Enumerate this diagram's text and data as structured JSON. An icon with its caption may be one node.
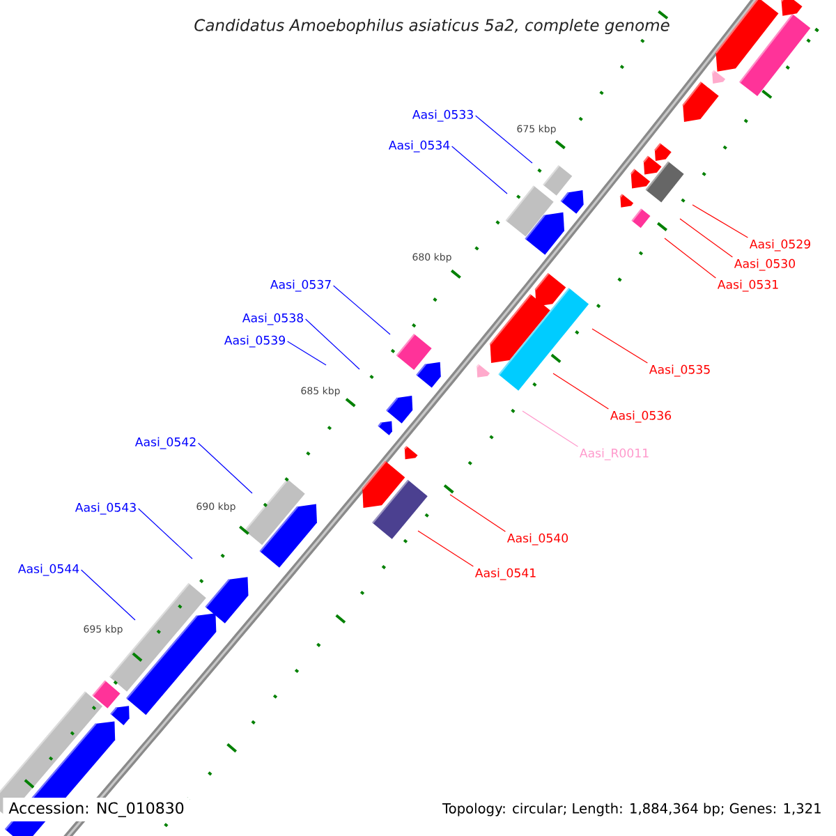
{
  "diagram": {
    "title": "*Candidatus Amoebophilus asiaticus* 5a2, complete genome",
    "nodes": [
      {
        "text": [
          "Aasi_0533"
        ]
      },
      {
        "text": [
          "Aasi_0534"
        ]
      },
      {
        "text": [
          "Aasi_0529"
        ]
      },
      {
        "text": [
          "Aasi_0530"
        ]
      },
      {
        "text": [
          "Aasi_0531"
        ]
      },
      {
        "text": [
          "Aasi_0537"
        ]
      },
      {
        "text": [
          "Aasi_0538"
        ]
      },
      {
        "text": [
          "Aasi_0539"
        ]
      },
      {
        "text": [
          "Aasi_0535"
        ]
      },
      {
        "text": [
          "Aasi_0536"
        ]
      },
      {
        "text": [
          "Aasi_R0011"
        ]
      },
      {
        "text": [
          "Aasi_0542"
        ]
      },
      {
        "text": [
          "Aasi_0540"
        ]
      },
      {
        "text": [
          "Aasi_0543"
        ]
      },
      {
        "text": [
          "Aasi_0541"
        ]
      },
      {
        "text": [
          "Aasi_0544"
        ]
      }
    ],
    "edges": [
      {
        "from": 0,
        "to": null,
        "arrow": "none"
      },
      {
        "from": 1,
        "to": null,
        "arrow": "none"
      },
      {
        "from": 2,
        "to": null,
        "arrow": "none",
        "color": "#ff0000"
      },
      {
        "from": 3,
        "to": null,
        "arrow": "none",
        "color": "#ff0000"
      },
      {
        "from": 4,
        "to": null,
        "arrow": "none",
        "color": "#ff0000"
      },
      {
        "from": 5,
        "to": null,
        "arrow": "none"
      },
      {
        "from": 6,
        "to": null,
        "arrow": "none"
      },
      {
        "from": 7,
        "to": null,
        "arrow": "none"
      },
      {
        "from": 8,
        "to": null,
        "arrow": "none",
        "color": "#ff0000"
      },
      {
        "from": 9,
        "to": null,
        "arrow": "none",
        "color": "#ff0000"
      },
      {
        "from": 10,
        "to": null,
        "arrow": "none",
        "color": "#ff99cc"
      },
      {
        "from": 11,
        "to": null,
        "arrow": "none"
      },
      {
        "from": 12,
        "to": null,
        "arrow": "none",
        "color": "#ff0000"
      },
      {
        "from": 13,
        "to": null,
        "arrow": "none"
      },
      {
        "from": 14,
        "to": null,
        "arrow": "none",
        "color": "#ff0000"
      },
      {
        "from": 15,
        "to": null,
        "arrow": "none"
      }
    ],
    "labels": [
      "675 kbp",
      "680 kbp",
      "685 kbp",
      "690 kbp",
      "695 kbp",
      "Accession: NC_010830",
      "Topology: circular; Length: 1,884,364 bp; Genes: 1,321"
    ]
  }
}
